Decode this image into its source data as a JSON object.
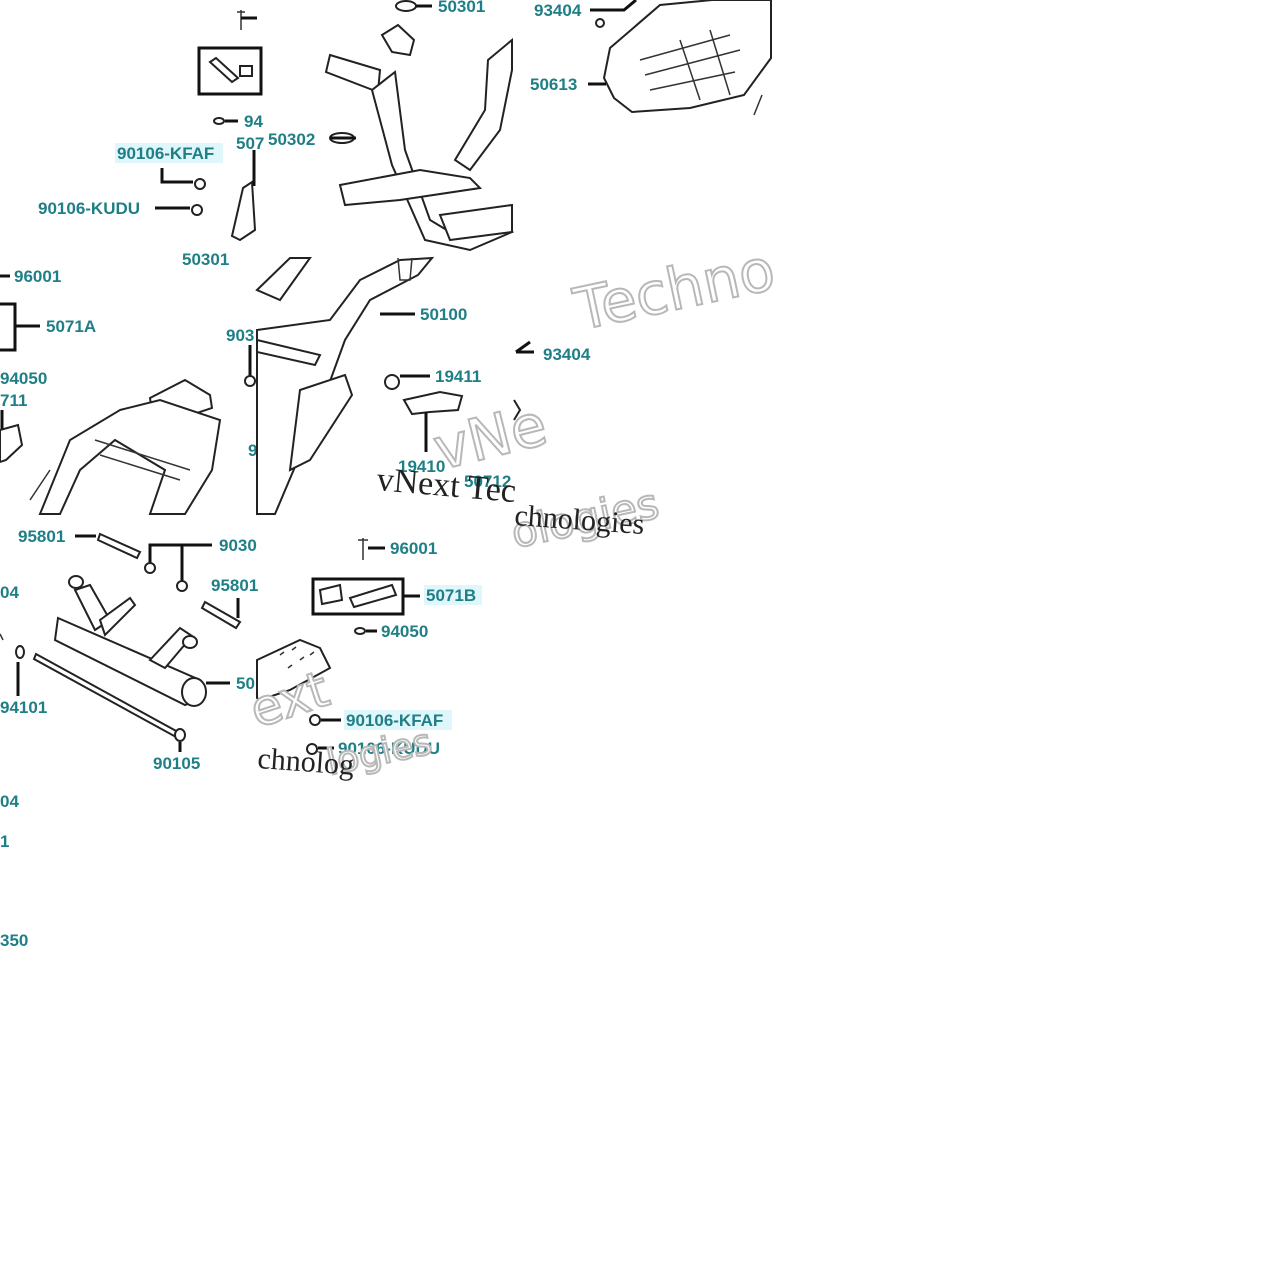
{
  "diagram": {
    "tiles": [
      {
        "id": "top-left",
        "labels": [
          "90106-KFAF",
          "90106-KUDU",
          "94",
          "507",
          "50301"
        ]
      },
      {
        "id": "top-middle",
        "labels": [
          "50301",
          "50302"
        ]
      },
      {
        "id": "top-right",
        "labels": [
          "93404",
          "50613"
        ]
      },
      {
        "id": "middle-left",
        "labels": [
          "96001",
          "5071A",
          "94050",
          "711",
          "903",
          "9"
        ]
      },
      {
        "id": "middle-center",
        "labels": [
          "50100",
          "19411",
          "19410",
          "50712"
        ]
      },
      {
        "id": "middle-right",
        "labels": [
          "93404"
        ]
      },
      {
        "id": "bottom-left",
        "labels": [
          "95801",
          "9030",
          "04",
          "95801",
          "50",
          "94101",
          "90105"
        ]
      },
      {
        "id": "bottom-middle",
        "labels": [
          "96001",
          "5071B",
          "94050",
          "90106-KFAF",
          "90106-KUDU"
        ]
      },
      {
        "id": "left-edge-column",
        "labels": [
          "04",
          "1",
          "350"
        ]
      }
    ],
    "watermark": {
      "outline_parts": [
        "Techno",
        "vNe",
        "ext",
        "ologies",
        "logies"
      ],
      "serif_parts": [
        "vNext Tec",
        "chnologies",
        "chnolog"
      ]
    },
    "colors": {
      "label": "#1f7f86",
      "highlight": "#dff6fb",
      "line": "#111111"
    }
  }
}
